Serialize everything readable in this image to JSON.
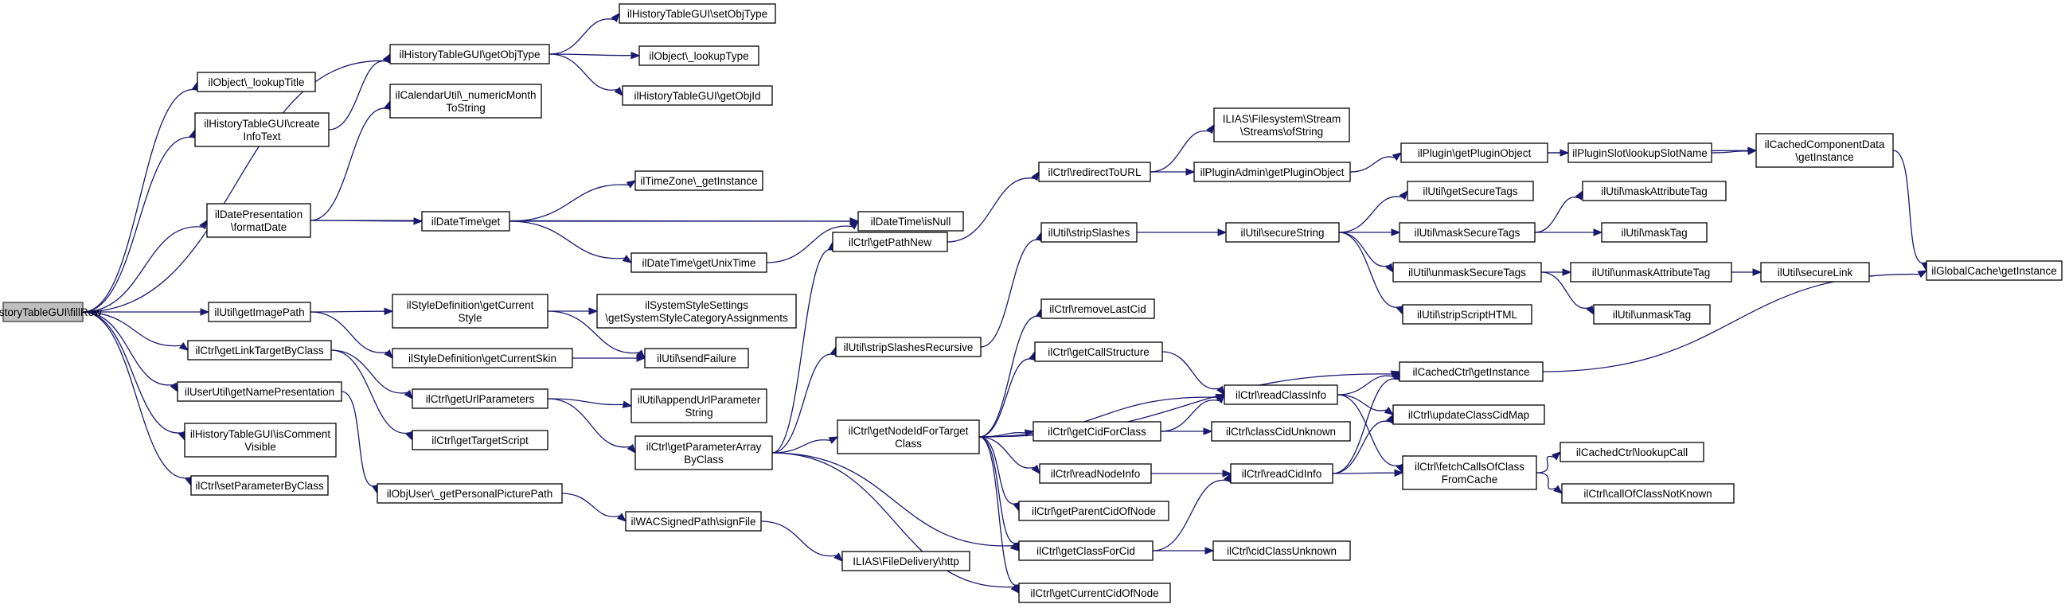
{
  "graph": {
    "title": "",
    "edge_color": "#191970",
    "root_fill": "#bfbfbf",
    "nodes": [
      {
        "id": "fillRow",
        "lines": [
          "ilHistoryTableGUI\\fillRow"
        ],
        "root": true
      },
      {
        "id": "lookupTitle",
        "lines": [
          "ilObject\\_lookupTitle"
        ]
      },
      {
        "id": "createInfoText",
        "lines": [
          "ilHistoryTableGUI\\create",
          "InfoText"
        ]
      },
      {
        "id": "getObjType",
        "lines": [
          "ilHistoryTableGUI\\getObjType"
        ]
      },
      {
        "id": "setObjType",
        "lines": [
          "ilHistoryTableGUI\\setObjType"
        ]
      },
      {
        "id": "lookupType",
        "lines": [
          "ilObject\\_lookupType"
        ]
      },
      {
        "id": "getObjId",
        "lines": [
          "ilHistoryTableGUI\\getObjId"
        ]
      },
      {
        "id": "numericMonth",
        "lines": [
          "ilCalendarUtil\\_numericMonth",
          "ToString"
        ]
      },
      {
        "id": "formatDate",
        "lines": [
          "ilDatePresentation",
          "\\formatDate"
        ]
      },
      {
        "id": "dtGet",
        "lines": [
          "ilDateTime\\get"
        ]
      },
      {
        "id": "tzGetInstance",
        "lines": [
          "ilTimeZone\\_getInstance"
        ]
      },
      {
        "id": "isNull",
        "lines": [
          "ilDateTime\\isNull"
        ]
      },
      {
        "id": "getUnixTime",
        "lines": [
          "ilDateTime\\getUnixTime"
        ]
      },
      {
        "id": "getImagePath",
        "lines": [
          "ilUtil\\getImagePath"
        ]
      },
      {
        "id": "getCurrentStyle",
        "lines": [
          "ilStyleDefinition\\getCurrent",
          "Style"
        ]
      },
      {
        "id": "sysStyle",
        "lines": [
          "ilSystemStyleSettings",
          "\\getSystemStyleCategoryAssignments"
        ]
      },
      {
        "id": "getCurrentSkin",
        "lines": [
          "ilStyleDefinition\\getCurrentSkin"
        ]
      },
      {
        "id": "sendFailure",
        "lines": [
          "ilUtil\\sendFailure"
        ]
      },
      {
        "id": "getLinkTargetByClass",
        "lines": [
          "ilCtrl\\getLinkTargetByClass"
        ]
      },
      {
        "id": "getUrlParameters",
        "lines": [
          "ilCtrl\\getUrlParameters"
        ]
      },
      {
        "id": "appendUrlParameter",
        "lines": [
          "ilUtil\\appendUrlParameter",
          "String"
        ]
      },
      {
        "id": "getTargetScript",
        "lines": [
          "ilCtrl\\getTargetScript"
        ]
      },
      {
        "id": "getNamePresentation",
        "lines": [
          "ilUserUtil\\getNamePresentation"
        ]
      },
      {
        "id": "isCommentVisible",
        "lines": [
          "ilHistoryTableGUI\\isComment",
          "Visible"
        ]
      },
      {
        "id": "setParameterByClass",
        "lines": [
          "ilCtrl\\setParameterByClass"
        ]
      },
      {
        "id": "personalPicture",
        "lines": [
          "ilObjUser\\_getPersonalPicturePath"
        ]
      },
      {
        "id": "signFile",
        "lines": [
          "ilWACSignedPath\\signFile"
        ]
      },
      {
        "id": "fileDelivery",
        "lines": [
          "ILIAS\\FileDelivery\\http"
        ]
      },
      {
        "id": "getParameterArrayByClass",
        "lines": [
          "ilCtrl\\getParameterArray",
          "ByClass"
        ]
      },
      {
        "id": "getPathNew",
        "lines": [
          "ilCtrl\\getPathNew"
        ]
      },
      {
        "id": "stripSlashesRecursive",
        "lines": [
          "ilUtil\\stripSlashesRecursive"
        ]
      },
      {
        "id": "getNodeIdForTargetClass",
        "lines": [
          "ilCtrl\\getNodeIdForTarget",
          "Class"
        ]
      },
      {
        "id": "redirectToURL",
        "lines": [
          "ilCtrl\\redirectToURL"
        ]
      },
      {
        "id": "streamsOfString",
        "lines": [
          "ILIAS\\Filesystem\\Stream",
          "\\Streams\\ofString"
        ]
      },
      {
        "id": "pluginAdminGet",
        "lines": [
          "ilPluginAdmin\\getPluginObject"
        ]
      },
      {
        "id": "pluginGet",
        "lines": [
          "ilPlugin\\getPluginObject"
        ]
      },
      {
        "id": "lookupSlotName",
        "lines": [
          "ilPluginSlot\\lookupSlotName"
        ]
      },
      {
        "id": "cachedCompGetInstance",
        "lines": [
          "ilCachedComponentData",
          "\\getInstance"
        ]
      },
      {
        "id": "globalCacheGetInstance",
        "lines": [
          "ilGlobalCache\\getInstance"
        ]
      },
      {
        "id": "stripSlashes",
        "lines": [
          "ilUtil\\stripSlashes"
        ]
      },
      {
        "id": "secureString",
        "lines": [
          "ilUtil\\secureString"
        ]
      },
      {
        "id": "getSecureTags",
        "lines": [
          "ilUtil\\getSecureTags"
        ]
      },
      {
        "id": "maskSecureTags",
        "lines": [
          "ilUtil\\maskSecureTags"
        ]
      },
      {
        "id": "maskAttributeTag",
        "lines": [
          "ilUtil\\maskAttributeTag"
        ]
      },
      {
        "id": "maskTag",
        "lines": [
          "ilUtil\\maskTag"
        ]
      },
      {
        "id": "unmaskSecureTags",
        "lines": [
          "ilUtil\\unmaskSecureTags"
        ]
      },
      {
        "id": "unmaskAttributeTag",
        "lines": [
          "ilUtil\\unmaskAttributeTag"
        ]
      },
      {
        "id": "secureLink",
        "lines": [
          "ilUtil\\secureLink"
        ]
      },
      {
        "id": "unmaskTag",
        "lines": [
          "ilUtil\\unmaskTag"
        ]
      },
      {
        "id": "stripScriptHTML",
        "lines": [
          "ilUtil\\stripScriptHTML"
        ]
      },
      {
        "id": "removeLastCid",
        "lines": [
          "ilCtrl\\removeLastCid"
        ]
      },
      {
        "id": "getCallStructure",
        "lines": [
          "ilCtrl\\getCallStructure"
        ]
      },
      {
        "id": "getCidForClass",
        "lines": [
          "ilCtrl\\getCidForClass"
        ]
      },
      {
        "id": "readNodeInfo",
        "lines": [
          "ilCtrl\\readNodeInfo"
        ]
      },
      {
        "id": "getParentCidOfNode",
        "lines": [
          "ilCtrl\\getParentCidOfNode"
        ]
      },
      {
        "id": "getClassForCid",
        "lines": [
          "ilCtrl\\getClassForCid"
        ]
      },
      {
        "id": "getCurrentCidOfNode",
        "lines": [
          "ilCtrl\\getCurrentCidOfNode"
        ]
      },
      {
        "id": "readClassInfo",
        "lines": [
          "ilCtrl\\readClassInfo"
        ]
      },
      {
        "id": "classCidUnknown",
        "lines": [
          "ilCtrl\\classCidUnknown"
        ]
      },
      {
        "id": "readCidInfo",
        "lines": [
          "ilCtrl\\readCidInfo"
        ]
      },
      {
        "id": "cidClassUnknown",
        "lines": [
          "ilCtrl\\cidClassUnknown"
        ]
      },
      {
        "id": "cachedCtrlGetInstance",
        "lines": [
          "ilCachedCtrl\\getInstance"
        ]
      },
      {
        "id": "updateClassCidMap",
        "lines": [
          "ilCtrl\\updateClassCidMap"
        ]
      },
      {
        "id": "fetchCallsOfClass",
        "lines": [
          "ilCtrl\\fetchCallsOfClass",
          "FromCache"
        ]
      },
      {
        "id": "lookupCall",
        "lines": [
          "ilCachedCtrl\\lookupCall"
        ]
      },
      {
        "id": "callOfClassNotKnown",
        "lines": [
          "ilCtrl\\callOfClassNotKnown"
        ]
      }
    ],
    "edges": [
      [
        "fillRow",
        "lookupTitle"
      ],
      [
        "fillRow",
        "createInfoText"
      ],
      [
        "fillRow",
        "getObjType"
      ],
      [
        "fillRow",
        "formatDate"
      ],
      [
        "fillRow",
        "getImagePath"
      ],
      [
        "fillRow",
        "getLinkTargetByClass"
      ],
      [
        "fillRow",
        "getNamePresentation"
      ],
      [
        "fillRow",
        "isCommentVisible"
      ],
      [
        "fillRow",
        "setParameterByClass"
      ],
      [
        "createInfoText",
        "getObjType"
      ],
      [
        "getObjType",
        "setObjType"
      ],
      [
        "getObjType",
        "lookupType"
      ],
      [
        "getObjType",
        "getObjId"
      ],
      [
        "formatDate",
        "numericMonth"
      ],
      [
        "formatDate",
        "dtGet"
      ],
      [
        "formatDate",
        "isNull"
      ],
      [
        "dtGet",
        "tzGetInstance"
      ],
      [
        "dtGet",
        "isNull"
      ],
      [
        "dtGet",
        "getUnixTime"
      ],
      [
        "getUnixTime",
        "isNull"
      ],
      [
        "getImagePath",
        "getCurrentStyle"
      ],
      [
        "getImagePath",
        "getCurrentSkin"
      ],
      [
        "getCurrentStyle",
        "sysStyle"
      ],
      [
        "getCurrentStyle",
        "sendFailure"
      ],
      [
        "getCurrentSkin",
        "sendFailure"
      ],
      [
        "getLinkTargetByClass",
        "getUrlParameters"
      ],
      [
        "getLinkTargetByClass",
        "getTargetScript"
      ],
      [
        "getUrlParameters",
        "appendUrlParameter"
      ],
      [
        "getUrlParameters",
        "getParameterArrayByClass"
      ],
      [
        "getNamePresentation",
        "personalPicture"
      ],
      [
        "personalPicture",
        "signFile"
      ],
      [
        "signFile",
        "fileDelivery"
      ],
      [
        "getParameterArrayByClass",
        "getPathNew"
      ],
      [
        "getParameterArrayByClass",
        "stripSlashesRecursive"
      ],
      [
        "getParameterArrayByClass",
        "getNodeIdForTargetClass"
      ],
      [
        "getParameterArrayByClass",
        "getClassForCid"
      ],
      [
        "getParameterArrayByClass",
        "getCurrentCidOfNode"
      ],
      [
        "getPathNew",
        "redirectToURL"
      ],
      [
        "redirectToURL",
        "streamsOfString"
      ],
      [
        "redirectToURL",
        "pluginAdminGet"
      ],
      [
        "pluginAdminGet",
        "pluginGet"
      ],
      [
        "pluginGet",
        "lookupSlotName"
      ],
      [
        "pluginGet",
        "cachedCompGetInstance"
      ],
      [
        "lookupSlotName",
        "cachedCompGetInstance"
      ],
      [
        "cachedCompGetInstance",
        "globalCacheGetInstance"
      ],
      [
        "stripSlashesRecursive",
        "stripSlashes"
      ],
      [
        "stripSlashes",
        "secureString"
      ],
      [
        "secureString",
        "getSecureTags"
      ],
      [
        "secureString",
        "maskSecureTags"
      ],
      [
        "secureString",
        "unmaskSecureTags"
      ],
      [
        "secureString",
        "stripScriptHTML"
      ],
      [
        "maskSecureTags",
        "maskAttributeTag"
      ],
      [
        "maskSecureTags",
        "maskTag"
      ],
      [
        "unmaskSecureTags",
        "unmaskAttributeTag"
      ],
      [
        "unmaskSecureTags",
        "unmaskTag"
      ],
      [
        "unmaskAttributeTag",
        "secureLink"
      ],
      [
        "getNodeIdForTargetClass",
        "removeLastCid"
      ],
      [
        "getNodeIdForTargetClass",
        "getCallStructure"
      ],
      [
        "getNodeIdForTargetClass",
        "readClassInfo"
      ],
      [
        "getNodeIdForTargetClass",
        "getCidForClass"
      ],
      [
        "getNodeIdForTargetClass",
        "readNodeInfo"
      ],
      [
        "getNodeIdForTargetClass",
        "getParentCidOfNode"
      ],
      [
        "getNodeIdForTargetClass",
        "getClassForCid"
      ],
      [
        "getNodeIdForTargetClass",
        "getCurrentCidOfNode"
      ],
      [
        "getNodeIdForTargetClass",
        "cachedCtrlGetInstance"
      ],
      [
        "getCallStructure",
        "readClassInfo"
      ],
      [
        "getCidForClass",
        "readClassInfo"
      ],
      [
        "getCidForClass",
        "classCidUnknown"
      ],
      [
        "readNodeInfo",
        "readCidInfo"
      ],
      [
        "getClassForCid",
        "readCidInfo"
      ],
      [
        "getClassForCid",
        "cidClassUnknown"
      ],
      [
        "readClassInfo",
        "cachedCtrlGetInstance"
      ],
      [
        "readClassInfo",
        "updateClassCidMap"
      ],
      [
        "readClassInfo",
        "fetchCallsOfClass"
      ],
      [
        "readCidInfo",
        "cachedCtrlGetInstance"
      ],
      [
        "readCidInfo",
        "updateClassCidMap"
      ],
      [
        "readCidInfo",
        "fetchCallsOfClass"
      ],
      [
        "cachedCtrlGetInstance",
        "globalCacheGetInstance"
      ],
      [
        "fetchCallsOfClass",
        "lookupCall"
      ],
      [
        "fetchCallsOfClass",
        "callOfClassNotKnown"
      ]
    ]
  }
}
